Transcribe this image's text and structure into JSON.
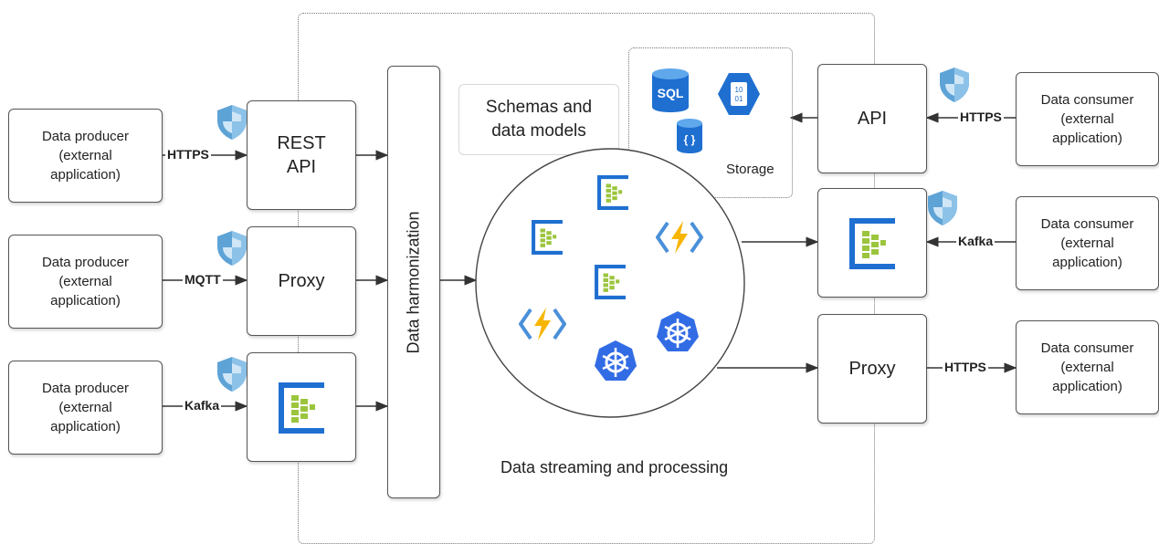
{
  "producers": [
    {
      "lines": [
        "Data producer",
        "(external",
        "application)"
      ],
      "protocol": "HTTPS",
      "ingress": [
        "REST",
        "API"
      ]
    },
    {
      "lines": [
        "Data producer",
        "(external",
        "application)"
      ],
      "protocol": "MQTT",
      "ingress": [
        "Proxy"
      ]
    },
    {
      "lines": [
        "Data producer",
        "(external",
        "application)"
      ],
      "protocol": "Kafka",
      "ingress": []
    }
  ],
  "harmonization_label": "Data harmonization",
  "schemas_label": [
    "Schemas and",
    "data models"
  ],
  "storage": {
    "label": "Storage",
    "sql_label": "SQL",
    "binary_label": [
      "10",
      "01"
    ],
    "json_label": "{ }"
  },
  "processing_label": "Data streaming and processing",
  "consumers": [
    {
      "lines": [
        "Data consumer",
        "(external",
        "application)"
      ],
      "protocol": "HTTPS",
      "egress": [
        "API"
      ]
    },
    {
      "lines": [
        "Data consumer",
        "(external",
        "application)"
      ],
      "protocol": "Kafka",
      "egress": []
    },
    {
      "lines": [
        "Data consumer",
        "(external",
        "application)"
      ],
      "protocol": "HTTPS",
      "egress": [
        "Proxy"
      ]
    }
  ],
  "icons": {
    "shield": "shield-icon",
    "event_hub": "event-hub-icon",
    "function": "azure-function-icon",
    "kubernetes": "kubernetes-icon",
    "sql": "sql-database-icon",
    "blob": "blob-storage-icon",
    "cosmos": "json-storage-icon"
  },
  "colors": {
    "azure_blue": "#1f6fd1",
    "shield_blue": "#5ea3d6",
    "event_green": "#9bc53d",
    "function_yellow": "#f7b500",
    "k8s_blue": "#326ce5"
  }
}
